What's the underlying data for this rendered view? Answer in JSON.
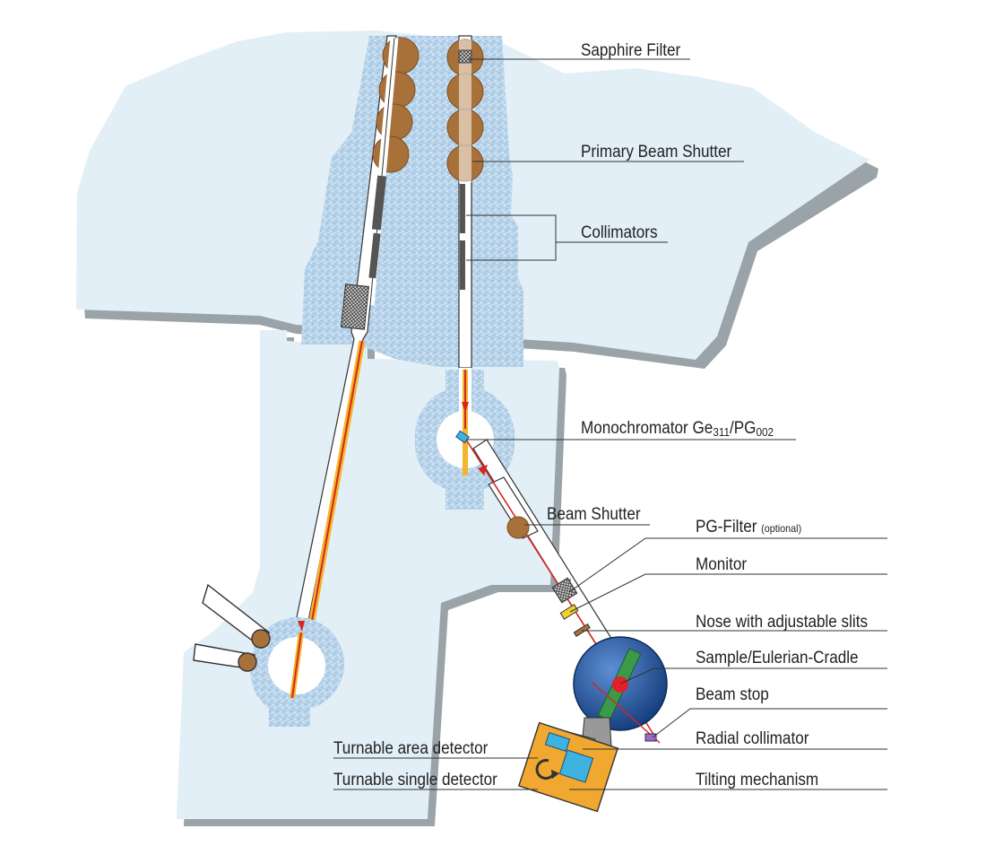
{
  "labels": {
    "sapphire_filter": "Sapphire Filter",
    "primary_beam_shutter": "Primary Beam Shutter",
    "collimators": "Collimators",
    "monochromator": "Monochromator Ge",
    "monochromator_sub1": "311",
    "monochromator_mid": "/PG",
    "monochromator_sub2": "002",
    "beam_shutter": "Beam Shutter",
    "pg_filter": "PG-Filter",
    "pg_filter_note": "(optional)",
    "monitor": "Monitor",
    "nose": "Nose with adjustable slits",
    "sample": "Sample/Eulerian-Cradle",
    "beam_stop": "Beam stop",
    "radial_collimator": "Radial collimator",
    "tilting": "Tilting mechanism",
    "area_detector": "Turnable area detector",
    "single_detector": "Turnable single detector"
  },
  "colors": {
    "shield_fill": "#e2eff6",
    "shield_edge": "#9aa3a8",
    "concrete": "#b7d3ea",
    "tube": "#ffffff",
    "beam_red": "#d7261e",
    "beam_yellow": "#f2b52c",
    "shutter_brown": "#a9713a",
    "sample_blue": "#1d4e96",
    "cradle_green": "#3a9a4a",
    "detector_orange": "#f0a830",
    "detector_cyan": "#3fb3e0",
    "leader_line": "#333333"
  }
}
